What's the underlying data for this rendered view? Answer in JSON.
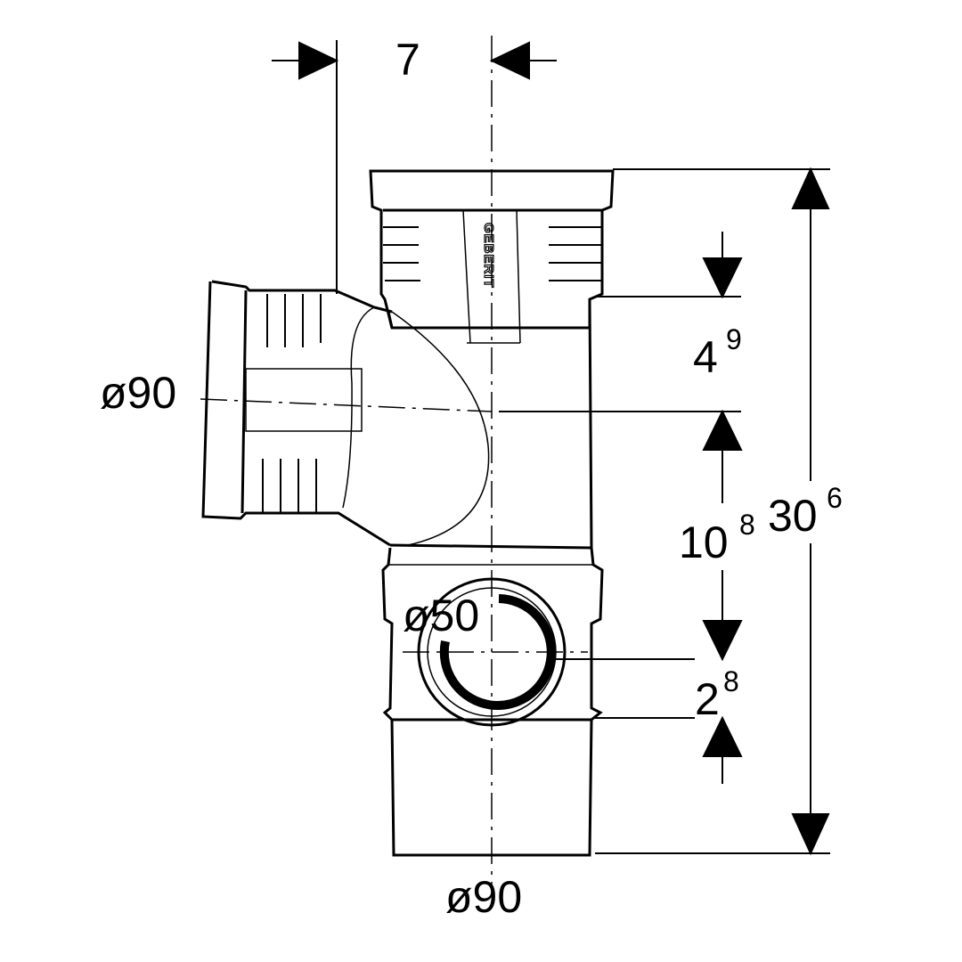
{
  "brand_logo": "GEBERIT",
  "colors": {
    "line": "#000000",
    "background": "#ffffff"
  },
  "dimensions": {
    "offset_top": "7",
    "socket_depth": {
      "main": "4",
      "sup": "9"
    },
    "branch_height": {
      "main": "10",
      "sup": "8"
    },
    "total_height": {
      "main": "30",
      "sup": "6"
    },
    "bottom_offset": {
      "main": "2",
      "sup": "8"
    },
    "branch_diameter": "ø90",
    "side_diameter": "ø50",
    "main_diameter": "ø90"
  }
}
